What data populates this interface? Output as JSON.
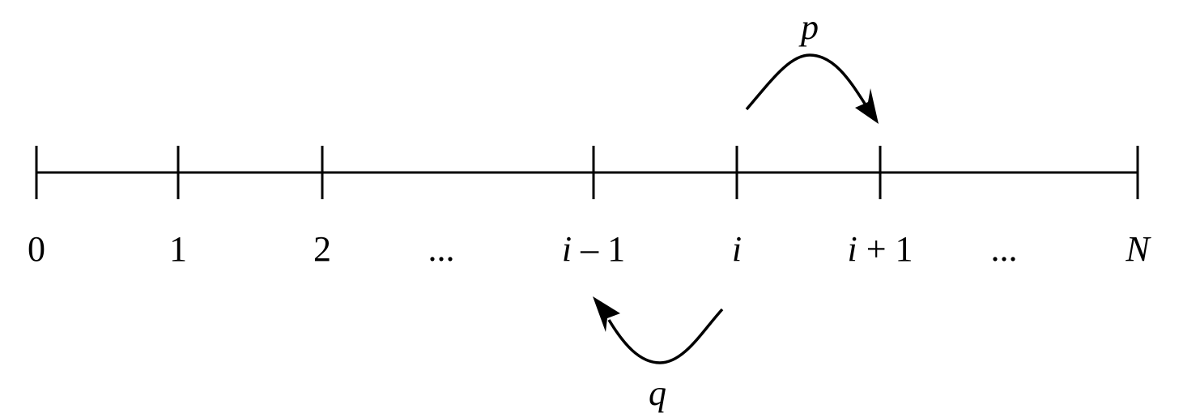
{
  "diagram": {
    "positions": [
      {
        "label": "0",
        "italic": false,
        "has_tick": true
      },
      {
        "label": "1",
        "italic": false,
        "has_tick": true
      },
      {
        "label": "2",
        "italic": false,
        "has_tick": true
      },
      {
        "label": "...",
        "italic": false,
        "has_tick": false
      },
      {
        "label": "i – 1",
        "italic": true,
        "has_tick": true
      },
      {
        "label": "i",
        "italic": true,
        "has_tick": true
      },
      {
        "label": "i + 1",
        "italic": true,
        "has_tick": true
      },
      {
        "label": "...",
        "italic": false,
        "has_tick": false
      },
      {
        "label": "N",
        "italic": true,
        "has_tick": true
      }
    ],
    "forward_arrow": {
      "label": "p",
      "from": "i",
      "to": "i + 1"
    },
    "backward_arrow": {
      "label": "q",
      "from": "i",
      "to": "i – 1"
    },
    "colors": {
      "ink": "#000000",
      "background": "#ffffff"
    }
  }
}
